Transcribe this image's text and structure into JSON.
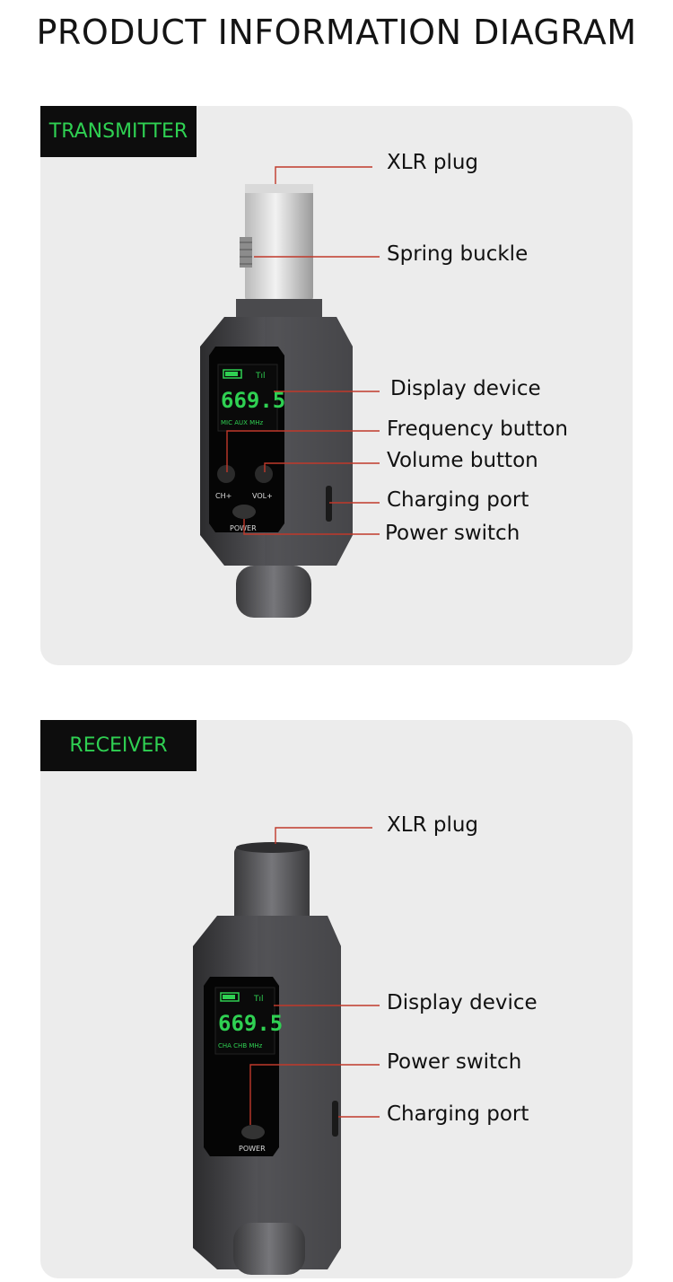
{
  "title": "PRODUCT INFORMATION DIAGRAM",
  "transmitter": {
    "tag": "TRANSMITTER",
    "screen": {
      "frequency": "669.5",
      "modes": "MIC  AUX  MHz"
    },
    "buttons": {
      "ch": "CH+",
      "vol": "VOL+",
      "power": "POWER"
    },
    "callouts": {
      "xlr_plug": "XLR plug",
      "spring_buckle": "Spring buckle",
      "display_device": "Display device",
      "frequency_button": "Frequency button",
      "volume_button": "Volume button",
      "charging_port": "Charging port",
      "power_switch": "Power switch"
    }
  },
  "receiver": {
    "tag": "RECEIVER",
    "screen": {
      "frequency": "669.5",
      "modes": "CHA  CHB  MHz"
    },
    "buttons": {
      "power": "POWER"
    },
    "callouts": {
      "xlr_plug": "XLR plug",
      "display_device": "Display device",
      "power_switch": "Power switch",
      "charging_port": "Charging port"
    }
  },
  "colors": {
    "lcd_green": "#2fd052",
    "panel": "#ececec",
    "tag_bg": "#0d0d0d",
    "leader": "#c0392b"
  }
}
